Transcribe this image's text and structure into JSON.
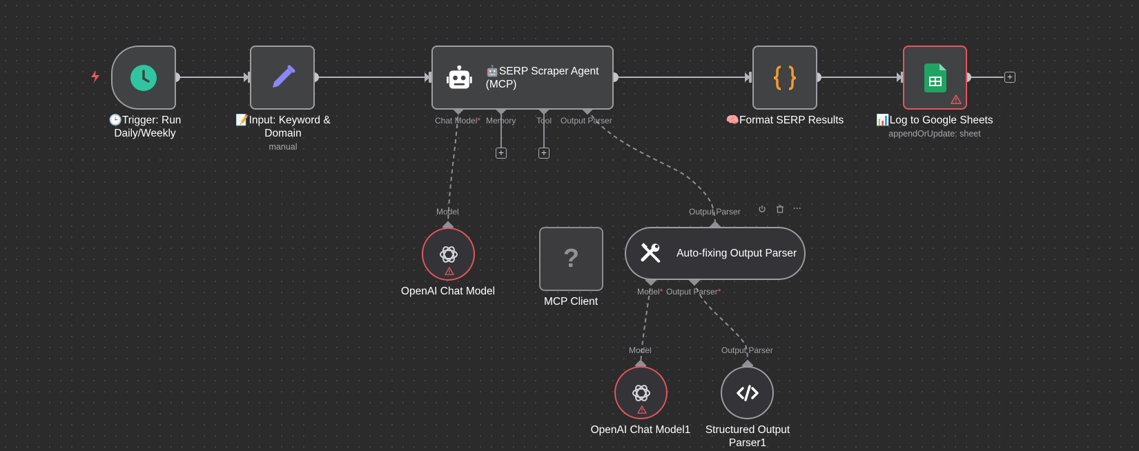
{
  "canvas": {
    "background": "#2b2b2b",
    "accent_warning": "#e4565c"
  },
  "nodes": {
    "trigger": {
      "label": "🕒Trigger: Run Daily/Weekly",
      "icon": "clock-icon",
      "icon_color": "#30c5a0"
    },
    "input": {
      "label": "📝Input: Keyword & Domain",
      "subtitle": "manual",
      "icon": "pencil-icon",
      "icon_color": "#8a88f6"
    },
    "agent": {
      "label": "🤖SERP Scraper Agent (MCP)",
      "icon": "robot-icon",
      "ports": {
        "chat_model": "Chat Model",
        "required_mark": "*",
        "memory": "Memory",
        "tool": "Tool",
        "output_parser": "Output Parser"
      }
    },
    "format": {
      "label": "🧠Format SERP Results",
      "icon": "braces-icon",
      "icon_color": "#f39c2c"
    },
    "sheets": {
      "label": "📊Log to Google Sheets",
      "subtitle": "appendOrUpdate: sheet",
      "icon": "google-sheets-icon",
      "icon_color": "#1fa463"
    },
    "openai1": {
      "label": "OpenAI Chat Model",
      "port": "Model",
      "icon": "openai-icon"
    },
    "mcp": {
      "label": "MCP Client",
      "icon": "question-icon"
    },
    "autofix": {
      "label": "Auto-fixing Output Parser",
      "port": "Output Parser",
      "icon": "tools-icon",
      "ports": {
        "model": "Model",
        "output_parser": "Output Parser",
        "required_mark": "*"
      }
    },
    "openai2": {
      "label": "OpenAI Chat Model1",
      "port": "Model",
      "icon": "openai-icon"
    },
    "structured": {
      "label": "Structured Output Parser1",
      "port": "Output Parser",
      "icon": "code-icon"
    }
  },
  "toolbar": {
    "power": "power-icon",
    "delete": "trash-icon",
    "more": "···"
  },
  "add_button": "+"
}
